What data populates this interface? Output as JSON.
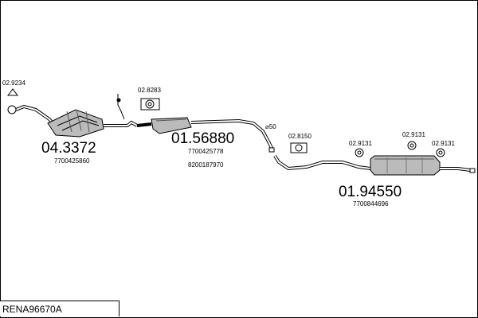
{
  "reference": "RENA96670A",
  "parts": {
    "front_pipe": {
      "code": "04.3372",
      "oe": [
        "7700425860"
      ]
    },
    "middle_silencer": {
      "code": "01.56880",
      "oe": [
        "7700425778",
        "8200187970"
      ]
    },
    "rear_silencer": {
      "code": "01.94550",
      "oe": [
        "7700844696"
      ]
    }
  },
  "accessories": {
    "gasket_front": "02.9234",
    "clamp": "02.8283",
    "hanger_mid": "02.8150",
    "hanger_rear_1": "02.9131",
    "hanger_rear_2": "02.9131",
    "hanger_rear_3": "02.9131"
  },
  "pipe_diameter": "⌀50"
}
